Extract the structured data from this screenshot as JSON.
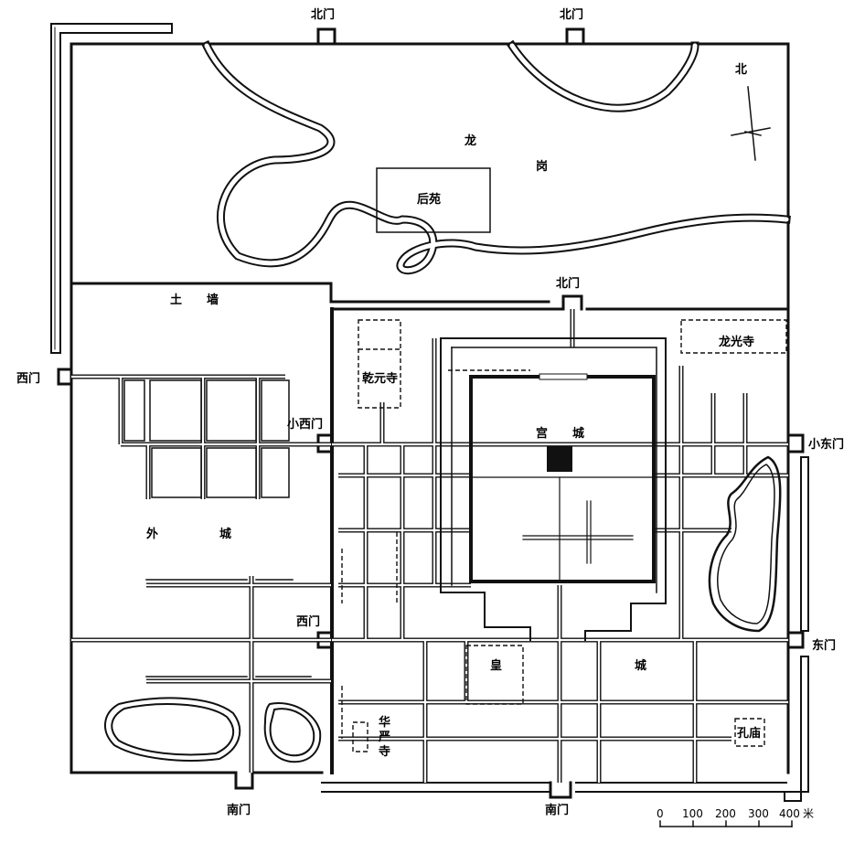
{
  "labels": {
    "north_gate_1": "北门",
    "north_gate_2": "北门",
    "north_gate_3": "北门",
    "north_arrow": "北",
    "long_1": "龙",
    "long_2": "岗",
    "houyuan": "后苑",
    "tuqiang_1": "土",
    "tuqiang_2": "墙",
    "west_gate": "西门",
    "small_west_gate": "小西门",
    "west_gate_2": "西门",
    "small_east_gate": "小东门",
    "east_gate": "东门",
    "south_gate_1": "南门",
    "south_gate_2": "南门",
    "qianyuan_temple": "乾元寺",
    "longguang_temple": "龙光寺",
    "palace_city_1": "宫",
    "palace_city_2": "城",
    "outer_city_1": "外",
    "outer_city_2": "城",
    "imperial_city_1": "皇",
    "imperial_city_2": "城",
    "huayan_1": "华",
    "huayan_2": "严",
    "huayan_3": "寺",
    "confucius_temple": "孔庙"
  },
  "scale": {
    "ticks": [
      "0",
      "100",
      "200",
      "300",
      "400"
    ],
    "unit": "米"
  }
}
